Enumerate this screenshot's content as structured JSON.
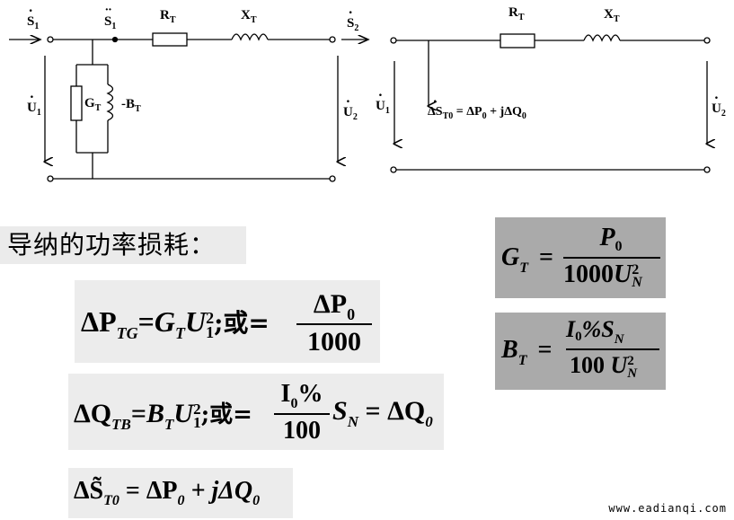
{
  "left_circuit": {
    "s1": "S",
    "s1_sub": "1",
    "s1_mid": "S",
    "s1_mid_sub": "1",
    "rt": "R",
    "rt_sub": "T",
    "xt": "X",
    "xt_sub": "T",
    "s2": "S",
    "s2_sub": "2",
    "u1": "U",
    "u1_sub": "1",
    "u2": "U",
    "u2_sub": "2",
    "gt": "G",
    "gt_sub": "T",
    "bt": "-B",
    "bt_sub": "T"
  },
  "right_circuit": {
    "rt": "R",
    "rt_sub": "T",
    "xt": "X",
    "xt_sub": "T",
    "u1": "U",
    "u1_sub": "1",
    "u2": "U",
    "u2_sub": "2",
    "dst0": "ΔS",
    "dst0_sub": "T0",
    "dst0_rest": " = ΔP",
    "p0_sub": "0",
    "plus": " + jΔQ",
    "q0_sub": "0"
  },
  "heading": "导纳的功率损耗：",
  "formulas": {
    "f1": {
      "lhs": "ΔP",
      "lhs_sub": "TG",
      "eq": "=",
      "g": "G",
      "g_sub": "T",
      "u": "U",
      "u_sub": "1",
      "u_sup": "2",
      "or": ";或=",
      "num": "ΔP",
      "num_sub": "0",
      "den": "1000"
    },
    "f2": {
      "lhs": "ΔQ",
      "lhs_sub": "TB",
      "eq": "=",
      "b": "B",
      "b_sub": "T",
      "u": "U",
      "u_sub": "1",
      "u_sup": "2",
      "or": ";或=",
      "num": "I",
      "num_sub": "0",
      "num_pct": "%",
      "den": "100",
      "sn": "S",
      "sn_sub": "N",
      "rhs": " = ΔQ",
      "rhs_sub": "0"
    },
    "f3": {
      "lhs": "ΔS̃",
      "lhs_sub": "T0",
      "rhs": " = ΔP",
      "p_sub": "0",
      "plus": " + jΔQ",
      "q_sub": "0"
    },
    "g_formula": {
      "lhs": "G",
      "lhs_sub": "T",
      "eq": "=",
      "num": "P",
      "num_sub": "0",
      "den_a": "1000",
      "den_u": "U",
      "den_sub": "N",
      "den_sup": "2"
    },
    "b_formula": {
      "lhs": "B",
      "lhs_sub": "T",
      "eq": "=",
      "num_i": "I",
      "num_sub": "0",
      "num_pct": "%S",
      "num_sn_sub": "N",
      "den_a": "100",
      "den_u": "U",
      "den_sub": "N",
      "den_sup": "2"
    }
  },
  "watermark": "www.eadianqi.com"
}
